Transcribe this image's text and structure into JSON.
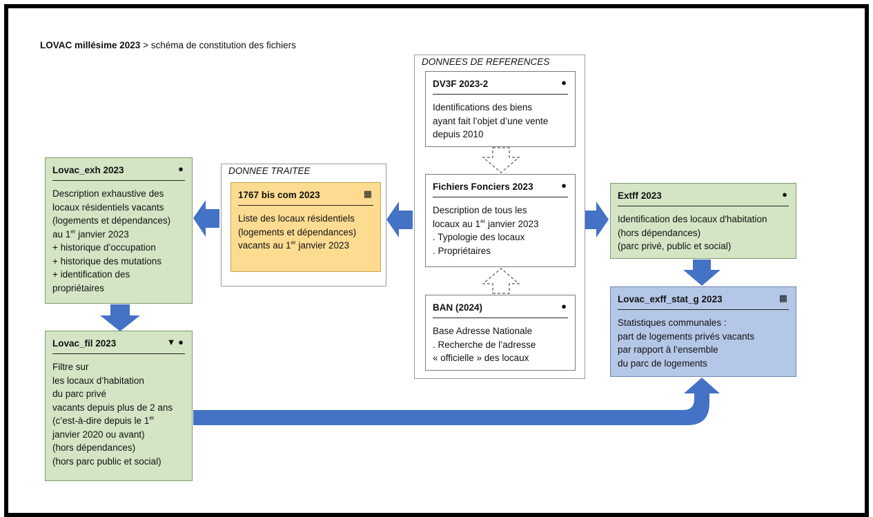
{
  "title": {
    "bold": "LOVAC millésime 2023",
    "rest": " > schéma de constitution des fichiers"
  },
  "groups": {
    "donnees_references": "DONNEES DE REFERENCES",
    "donnee_traitee": "DONNEE TRAITEE"
  },
  "boxes": {
    "dv3f": {
      "title": "DV3F 2023-2",
      "icon": "pin-icon",
      "lines": [
        "Identifications des biens",
        "ayant fait l’objet d’une vente",
        "depuis 2010"
      ]
    },
    "fichiers_fonciers": {
      "title": "Fichiers Fonciers 2023",
      "icon": "pin-icon",
      "lines": [
        "Description de tous les",
        "locaux au 1",
        "er",
        " janvier 2023",
        ". Typologie des locaux",
        ". Propriétaires"
      ]
    },
    "ban": {
      "title": "BAN (2024)",
      "icon": "pin-icon",
      "lines": [
        "Base Adresse Nationale",
        ". Recherche de l’adresse",
        "« officielle » des locaux"
      ]
    },
    "bis_com": {
      "title": "1767 bis com 2023",
      "icon": "grid-icon",
      "lines": [
        "Liste des locaux résidentiels",
        "(logements et dépendances)",
        "vacants au 1",
        "er",
        " janvier 2023"
      ]
    },
    "lovac_exh": {
      "title": "Lovac_exh 2023",
      "icon": "pin-icon",
      "lines": [
        "Description exhaustive des",
        "locaux résidentiels vacants",
        "(logements et dépendances)",
        "au 1",
        "er",
        " janvier 2023",
        "+ historique d’occupation",
        "+ historique des mutations",
        "+ identification des",
        "propriétaires"
      ]
    },
    "lovac_fil": {
      "title": "Lovac_fil 2023",
      "icons": [
        "filter-icon",
        "pin-icon"
      ],
      "lines": [
        "Filtre sur",
        "les locaux d’habitation",
        "du parc privé",
        "vacants depuis plus de 2 ans",
        "(c’est-à-dire depuis le 1",
        "er",
        "janvier 2020 ou avant)",
        "(hors dépendances)",
        "(hors parc public et social)"
      ]
    },
    "extff": {
      "title": "Extff 2023",
      "icon": "pin-icon",
      "lines": [
        "Identification des locaux d'habitation",
        "(hors dépendances)",
        "(parc privé, public et social)"
      ]
    },
    "exff_stat": {
      "title": "Lovac_exff_stat_g 2023",
      "icon": "grid-icon",
      "lines": [
        "Statistiques communales :",
        "part de logements privés vacants",
        "par rapport à l’ensemble",
        "du parc de logements"
      ]
    }
  },
  "colors": {
    "green": "#d3e5c5",
    "orange": "#fddc91",
    "blue": "#b5c7e7",
    "arrow": "#4472c4"
  }
}
